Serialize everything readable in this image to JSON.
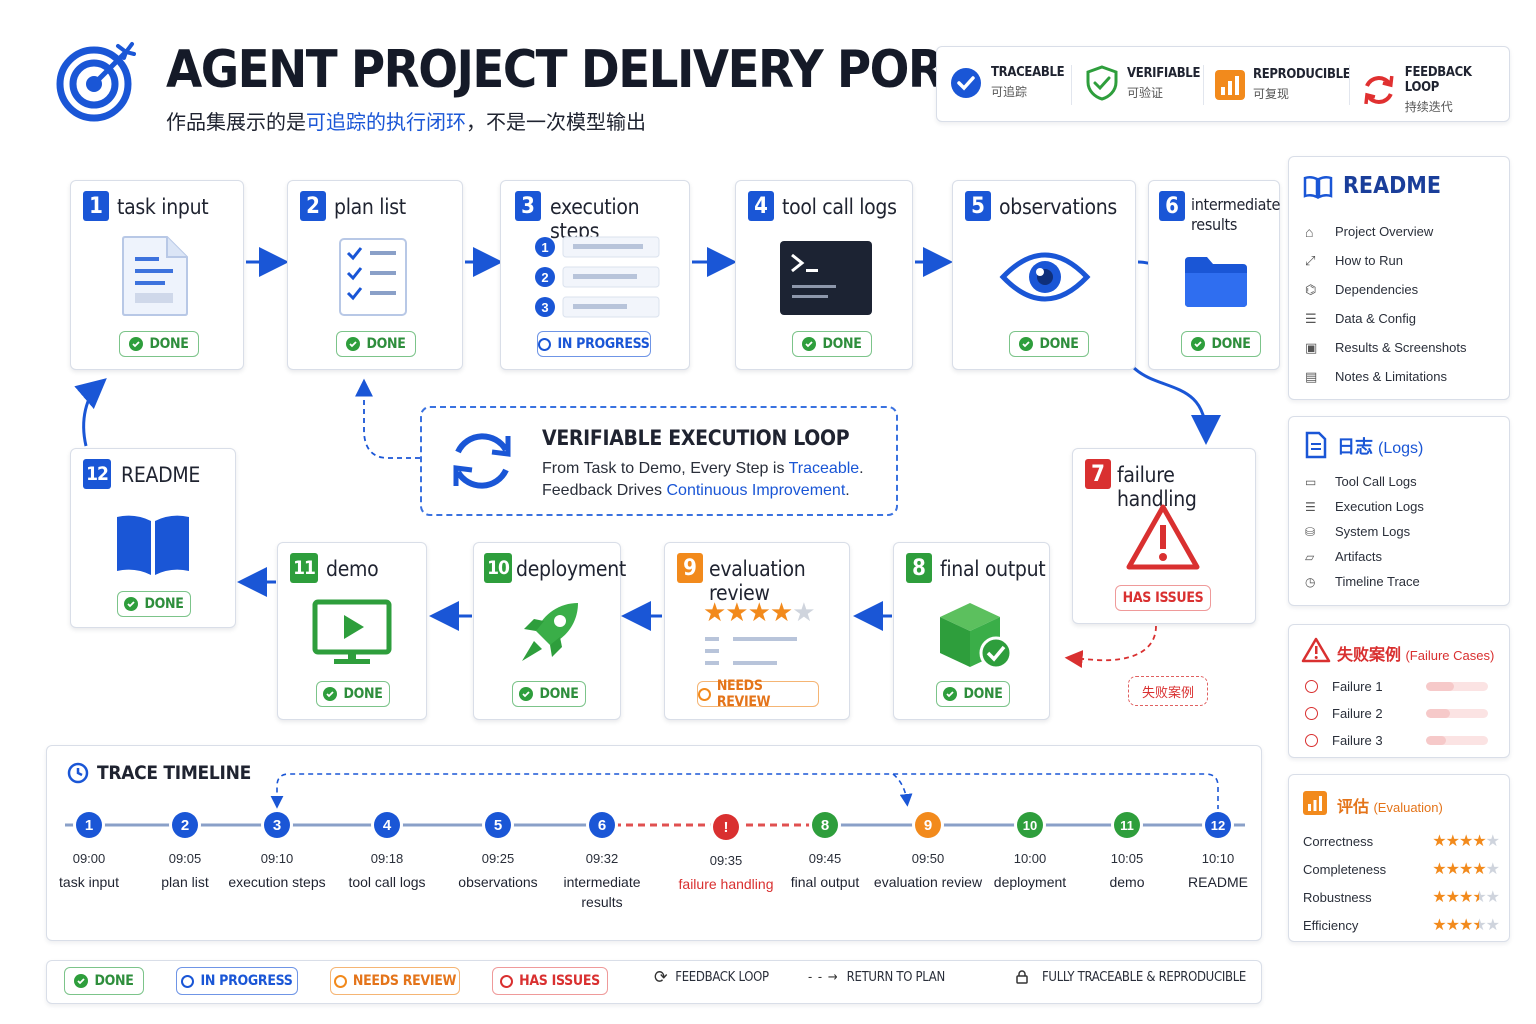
{
  "header": {
    "title": "AGENT PROJECT DELIVERY PORTFOLIO",
    "subtitle_prefix": "作品集展示的是",
    "subtitle_highlight": "可追踪的执行闭环",
    "subtitle_suffix": "，不是一次模型输出"
  },
  "pillars": [
    {
      "en": "TRACEABLE",
      "zh": "可追踪"
    },
    {
      "en": "VERIFIABLE",
      "zh": "可验证"
    },
    {
      "en": "REPRODUCIBLE",
      "zh": "可复现"
    },
    {
      "en": "FEEDBACK LOOP",
      "zh": "持续迭代"
    }
  ],
  "steps": [
    {
      "n": "1",
      "title": "task input",
      "status": "DONE"
    },
    {
      "n": "2",
      "title": "plan list",
      "status": "DONE"
    },
    {
      "n": "3",
      "title": "execution steps",
      "status": "IN PROGRESS"
    },
    {
      "n": "4",
      "title": "tool call logs",
      "status": "DONE"
    },
    {
      "n": "5",
      "title": "observations",
      "status": "DONE"
    },
    {
      "n": "6",
      "title": "intermediate results",
      "status": "DONE"
    },
    {
      "n": "7",
      "title": "failure handling",
      "status": "HAS ISSUES"
    },
    {
      "n": "8",
      "title": "final output",
      "status": "DONE"
    },
    {
      "n": "9",
      "title": "evaluation review",
      "status": "NEEDS REVIEW"
    },
    {
      "n": "10",
      "title": "deployment",
      "status": "DONE"
    },
    {
      "n": "11",
      "title": "demo",
      "status": "DONE"
    },
    {
      "n": "12",
      "title": "README",
      "status": "DONE"
    }
  ],
  "loop": {
    "title": "VERIFIABLE EXECUTION LOOP",
    "line1_prefix": "From Task to Demo, Every Step is ",
    "line1_highlight": "Traceable",
    "line1_suffix": ".",
    "line2_prefix": "Feedback Drives ",
    "line2_highlight": "Continuous Improvement",
    "line2_suffix": "."
  },
  "failure_case_tag": "失败案例",
  "readme_panel": {
    "title": "README",
    "items": [
      "Project Overview",
      "How to Run",
      "Dependencies",
      "Data & Config",
      "Results & Screenshots",
      "Notes & Limitations"
    ]
  },
  "logs_panel": {
    "title_zh": "日志",
    "title_en": "(Logs)",
    "items": [
      "Tool Call Logs",
      "Execution Logs",
      "System Logs",
      "Artifacts",
      "Timeline Trace"
    ]
  },
  "failure_panel": {
    "title_zh": "失败案例",
    "title_en": "(Failure Cases)",
    "items": [
      "Failure 1",
      "Failure 2",
      "Failure 3"
    ],
    "bar_levels": [
      0.45,
      0.38,
      0.32
    ]
  },
  "eval_panel": {
    "title_zh": "评估",
    "title_en": "(Evaluation)",
    "metrics": [
      {
        "name": "Correctness",
        "stars": 4
      },
      {
        "name": "Completeness",
        "stars": 4
      },
      {
        "name": "Robustness",
        "stars": 3.5
      },
      {
        "name": "Efficiency",
        "stars": 3.5
      }
    ]
  },
  "timeline": {
    "title": "TRACE TIMELINE",
    "events": [
      {
        "n": "1",
        "time": "09:00",
        "label": "task input",
        "color": "#1a56d6"
      },
      {
        "n": "2",
        "time": "09:05",
        "label": "plan list",
        "color": "#1a56d6"
      },
      {
        "n": "3",
        "time": "09:10",
        "label": "execution steps",
        "color": "#1a56d6"
      },
      {
        "n": "4",
        "time": "09:18",
        "label": "tool call logs",
        "color": "#1a56d6"
      },
      {
        "n": "5",
        "time": "09:25",
        "label": "observations",
        "color": "#1a56d6"
      },
      {
        "n": "6",
        "time": "09:32",
        "label": "intermediate results",
        "color": "#1a56d6"
      },
      {
        "n": "!",
        "time": "09:35",
        "label": "failure handling",
        "color": "#d93030"
      },
      {
        "n": "8",
        "time": "09:45",
        "label": "final output",
        "color": "#2e9e3c"
      },
      {
        "n": "9",
        "time": "09:50",
        "label": "evaluation review",
        "color": "#f28a1c"
      },
      {
        "n": "10",
        "time": "10:00",
        "label": "deployment",
        "color": "#2e9e3c"
      },
      {
        "n": "11",
        "time": "10:05",
        "label": "demo",
        "color": "#2e9e3c"
      },
      {
        "n": "12",
        "time": "10:10",
        "label": "README",
        "color": "#1a56d6"
      }
    ]
  },
  "legend": {
    "done": "DONE",
    "in_progress": "IN PROGRESS",
    "needs_review": "NEEDS REVIEW",
    "has_issues": "HAS ISSUES",
    "feedback_loop": "FEEDBACK LOOP",
    "return_to_plan": "RETURN TO PLAN",
    "traceable": "FULLY TRACEABLE & REPRODUCIBLE"
  }
}
